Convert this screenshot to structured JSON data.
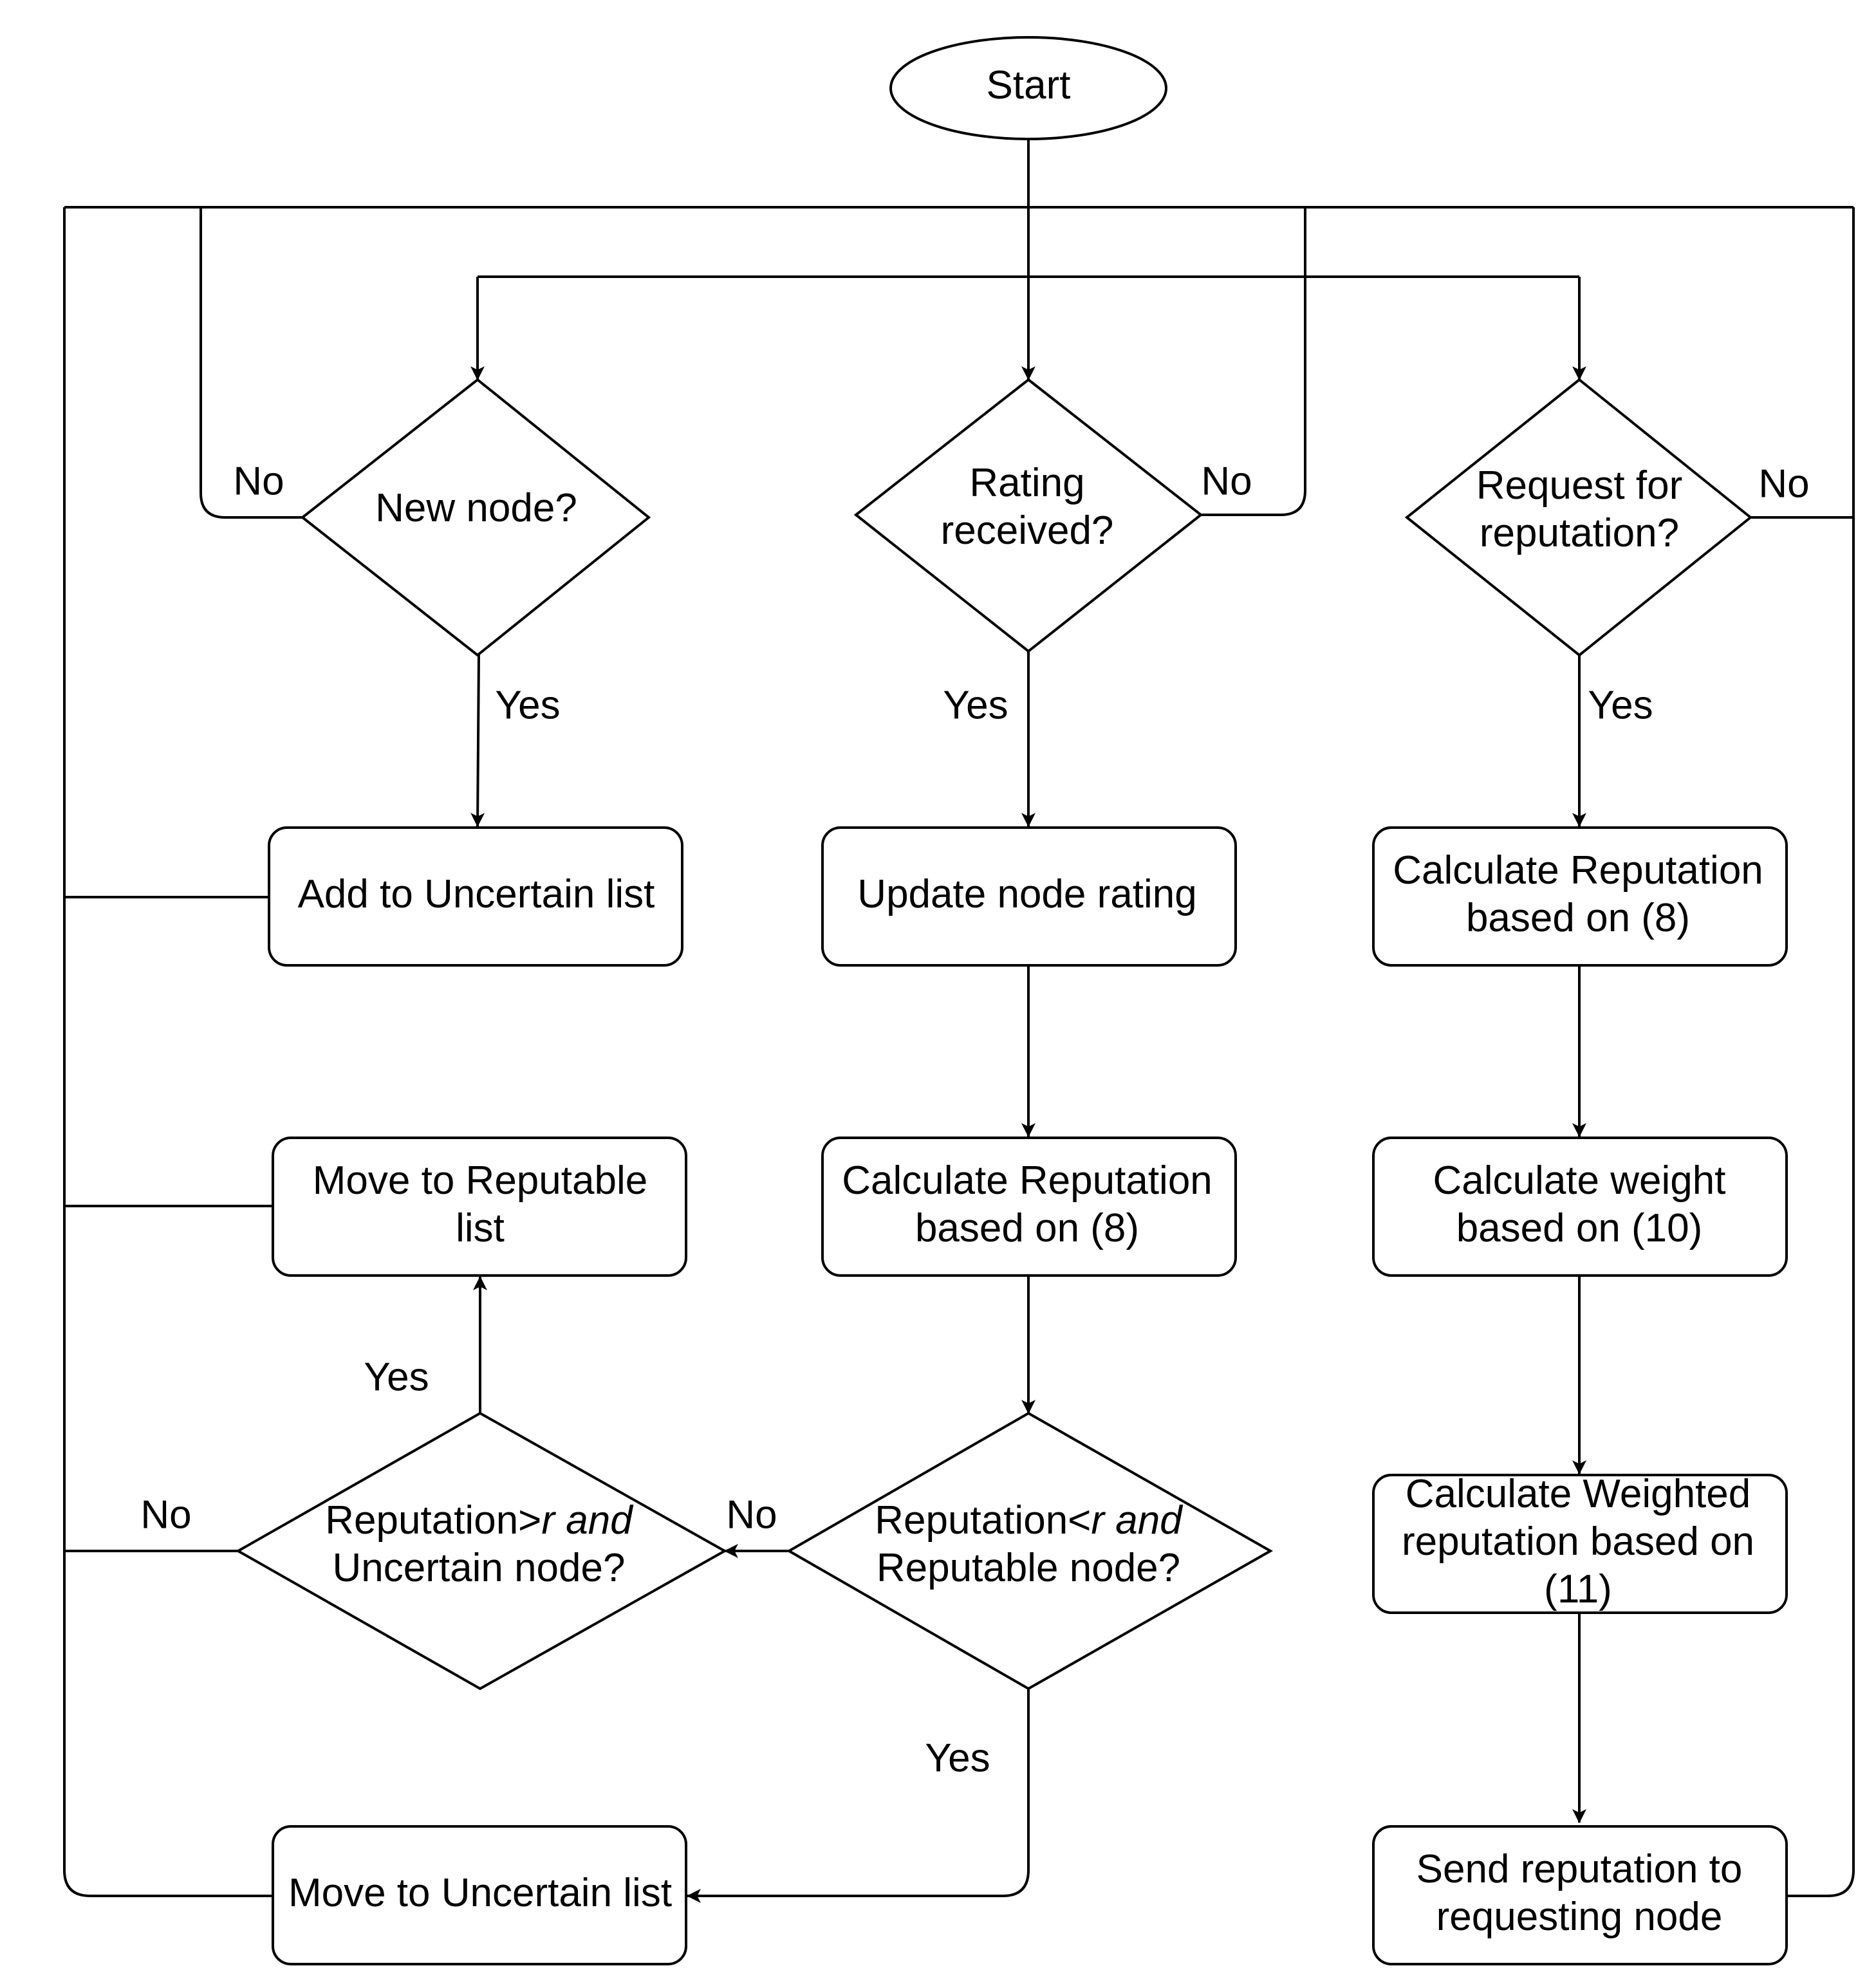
{
  "nodes": {
    "start": {
      "lines": [
        [
          "Start"
        ]
      ]
    },
    "new_node": {
      "lines": [
        [
          "New node?"
        ]
      ]
    },
    "rating_received": {
      "lines": [
        [
          "Rating"
        ],
        [
          "received?"
        ]
      ]
    },
    "request_reputation": {
      "lines": [
        [
          "Request for"
        ],
        [
          "reputation?"
        ]
      ]
    },
    "add_uncertain": {
      "lines": [
        [
          "Add to Uncertain list"
        ]
      ]
    },
    "update_rating": {
      "lines": [
        [
          "Update node rating"
        ]
      ]
    },
    "calc_rep_right": {
      "lines": [
        [
          "Calculate Reputation"
        ],
        [
          "based on (8)"
        ]
      ]
    },
    "move_reputable": {
      "lines": [
        [
          "Move to Reputable"
        ],
        [
          "list"
        ]
      ]
    },
    "calc_rep_mid": {
      "lines": [
        [
          "Calculate Reputation"
        ],
        [
          "based on (8)"
        ]
      ]
    },
    "calc_weight": {
      "lines": [
        [
          "Calculate weight"
        ],
        [
          "based on (10)"
        ]
      ]
    },
    "rep_gt_uncertain": {
      "lines": [
        [
          "Reputation>",
          "r and"
        ],
        [
          "Uncertain node?"
        ]
      ]
    },
    "rep_lt_reputable": {
      "lines": [
        [
          "Reputation<",
          "r and"
        ],
        [
          "Reputable node?"
        ]
      ]
    },
    "calc_weighted": {
      "lines": [
        [
          "Calculate Weighted"
        ],
        [
          "reputation based on"
        ],
        [
          "(11)"
        ]
      ]
    },
    "move_uncertain": {
      "lines": [
        [
          "Move to Uncertain list"
        ]
      ]
    },
    "send_reputation": {
      "lines": [
        [
          "Send reputation to"
        ],
        [
          "requesting node"
        ]
      ]
    }
  },
  "edge_labels": {
    "new_no": "No",
    "rating_no": "No",
    "request_no": "No",
    "new_yes": "Yes",
    "rating_yes": "Yes",
    "request_yes": "Yes",
    "gt_yes": "Yes",
    "gt_no": "No",
    "lt_no": "No",
    "lt_yes": "Yes"
  }
}
